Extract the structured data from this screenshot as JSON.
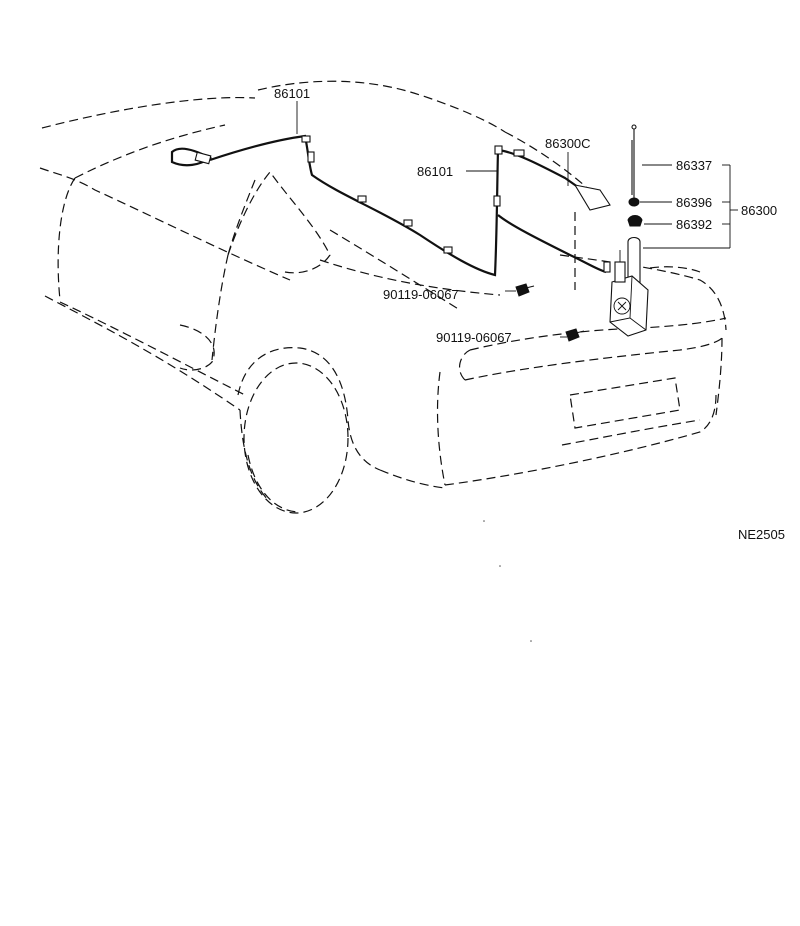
{
  "labels": {
    "feeder_top": "86101",
    "feeder_mid": "86101",
    "cord": "86300C",
    "pole": "86337",
    "nut": "86396",
    "spacer": "86392",
    "assembly": "86300",
    "bolt_upper": "90119-06067",
    "bolt_lower": "90119-06067",
    "figure_code": "NE2505"
  }
}
